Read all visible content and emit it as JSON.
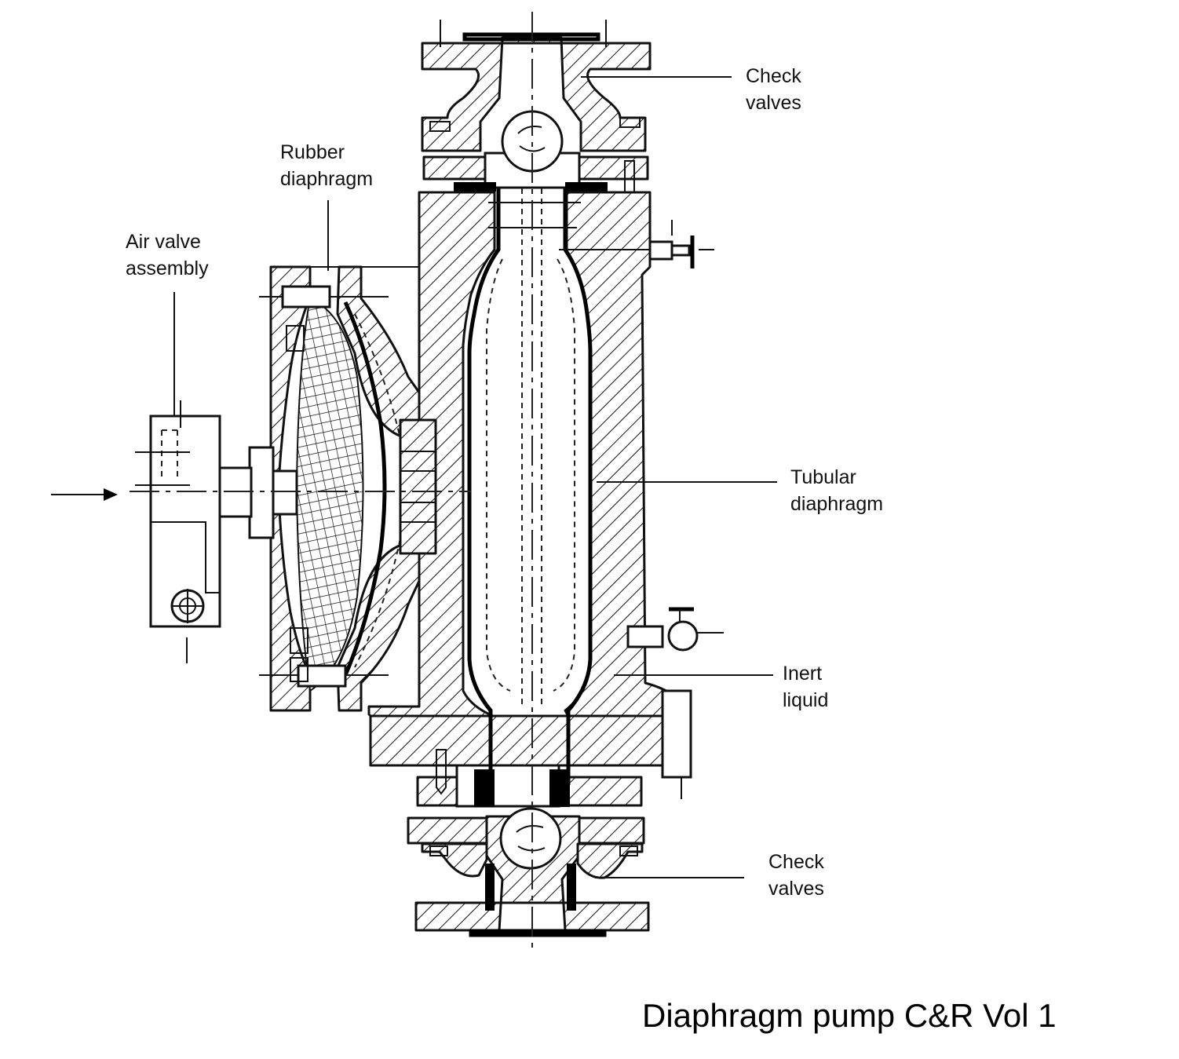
{
  "diagram": {
    "labels": {
      "check_valves_top": [
        "Check",
        "valves"
      ],
      "rubber_diaphragm": [
        "Rubber",
        "diaphragm"
      ],
      "air_valve_assembly": [
        "Air valve",
        "assembly"
      ],
      "tubular_diaphragm": [
        "Tubular",
        "diaphragm"
      ],
      "inert_liquid": [
        "Inert",
        "liquid"
      ],
      "check_valves_bottom": [
        "Check",
        "valves"
      ]
    },
    "caption": "Diaphragm pump C&R Vol 1"
  }
}
